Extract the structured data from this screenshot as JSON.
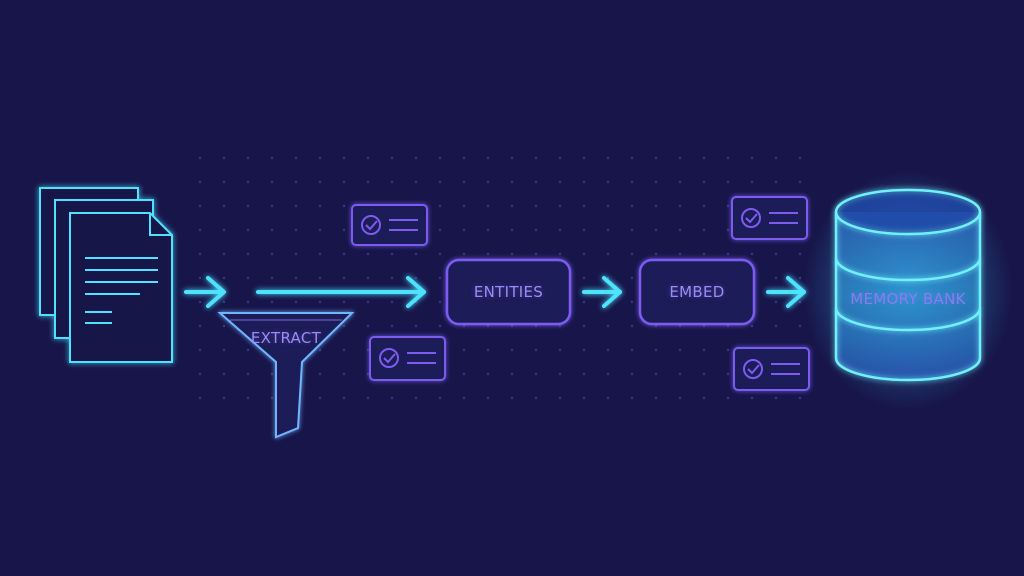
{
  "colors": {
    "background": "#17154a",
    "cyan": "#4de3ff",
    "purple": "#7b5cf0",
    "label": "#9a8cf6"
  },
  "stages": {
    "extract": "EXTRACT",
    "entities": "ENTITIES",
    "embed": "EMBED",
    "memory": "MEMORY BANK"
  },
  "icons": {
    "documents": "document-stack-icon",
    "funnel": "funnel-icon",
    "check_card": "check-card-icon",
    "arrow": "arrow-right-icon",
    "database": "database-icon"
  }
}
